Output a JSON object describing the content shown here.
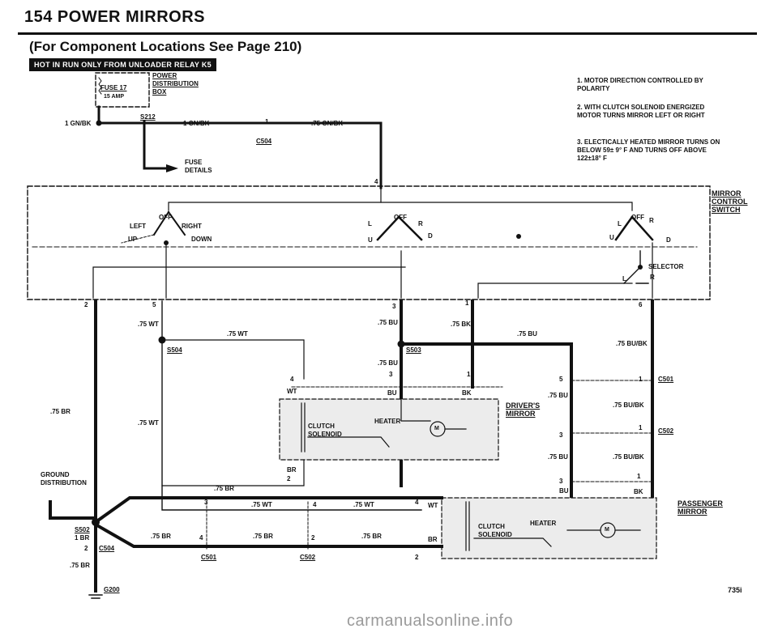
{
  "header": {
    "title": "154   POWER MIRRORS",
    "subtitle": "(For Component Locations See Page 210)",
    "badge": "HOT IN RUN ONLY FROM UNLOADER RELAY K5"
  },
  "fuse": {
    "name": "FUSE 17",
    "rating": "15 AMP"
  },
  "labels": {
    "pdb": [
      "POWER",
      "DISTRIBUTION",
      "BOX"
    ],
    "gn_bk_1": "1 GN/BK",
    "s212": "S212",
    "gn_bk_2": "1 GN/BK",
    "c504_pin": "1",
    "gn_bk_075": ".75 GN/BK",
    "c504_top": "C504",
    "fuse_details": [
      "FUSE",
      "DETAILS"
    ],
    "pin4_top": "4",
    "switch_name": [
      "MIRROR",
      "CONTROL",
      "SWITCH"
    ],
    "sw_off1": "OFF",
    "sw_left": "LEFT",
    "sw_right": "RIGHT",
    "sw_up": "UP",
    "sw_down": "DOWN",
    "sw_l2": "L",
    "sw_off2": "OFF",
    "sw_r2": "R",
    "sw_u2": "U",
    "sw_d2": "D",
    "sw_l3": "L",
    "sw_off3": "OFF",
    "sw_r3": "R",
    "sw_u3": "U",
    "sw_d3": "D",
    "selector": "SELECTOR",
    "sel_l": "L",
    "sel_r": "R",
    "pin2": "2",
    "pin5": "5",
    "pin3": "3",
    "pin1": "1",
    "pin6": "6",
    "w_75wt_a": ".75 WT",
    "w_75wt_b": ".75 WT",
    "s504": "S504",
    "w_75bu_a": ".75 BU",
    "w_75bk": ".75 BK",
    "s503": "S503",
    "w_75bu_b": ".75 BU",
    "w_75bu_c": ".75 BU",
    "w_75bubk_a": ".75 BU/BK",
    "d_pin4": "4",
    "d_wt": "WT",
    "d_pin3": "3",
    "d_bu": "BU",
    "d_pin1": "1",
    "d_bk": "BK",
    "w_75br_l": ".75 BR",
    "w_75wt_c": ".75 WT",
    "clutch_d": [
      "CLUTCH",
      "SOLENOID"
    ],
    "heater_d": "HEATER",
    "motor_d": "M",
    "drivers_mirror": [
      "DRIVER'S",
      "MIRROR"
    ],
    "d_br": "BR",
    "d_pin2": "2",
    "w_75br_m": ".75 BR",
    "r_pin5": "5",
    "r_pin1a": "1",
    "c501_r": "C501",
    "r_75bu_a": ".75 BU",
    "r_75bubk_b": ".75 BU/BK",
    "r_pin3a": "3",
    "r_pin1b": "1",
    "c502_r": "C502",
    "r_75bu_b": ".75 BU",
    "r_75bubk_c": ".75 BU/BK",
    "r_pin3b": "3",
    "r_pin1c": "1",
    "r_bu": "BU",
    "r_bk": "BK",
    "ground_dist": [
      "GROUND",
      "DISTRIBUTION"
    ],
    "s502": "S502",
    "br1": "1 BR",
    "pin2_c504": "2",
    "c504_bot": "C504",
    "br75_bot": ".75 BR",
    "g200": "G200",
    "b_pin3": "3",
    "b_75wt_a": ".75 WT",
    "b_pin4a": "4",
    "b_75wt_b": ".75 WT",
    "b_pin4b": "4",
    "b_wt": "WT",
    "b_75br_a": ".75 BR",
    "b_pin4c": "4",
    "b_75br_b": ".75 BR",
    "b_pin2a": "2",
    "b_75br_c": ".75 BR",
    "b_br": "BR",
    "b_pin2b": "2",
    "c501_b": "C501",
    "c502_b": "C502",
    "clutch_p": [
      "CLUTCH",
      "SOLENOID"
    ],
    "heater_p": "HEATER",
    "motor_p": "M",
    "passenger_mirror": [
      "PASSENGER",
      "MIRROR"
    ]
  },
  "notes": [
    "1. MOTOR DIRECTION CONTROLLED BY POLARITY",
    "2. WITH CLUTCH SOLENOID ENERGIZED MOTOR TURNS MIRROR LEFT OR RIGHT",
    "3. ELECTICALLY HEATED MIRROR TURNS ON BELOW 59± 9° F AND TURNS OFF ABOVE 122±18° F"
  ],
  "footer": {
    "model": "735i",
    "watermark": "carmanualsonline.info"
  },
  "colors": {
    "ink": "#111111",
    "shade": "#ececec"
  }
}
